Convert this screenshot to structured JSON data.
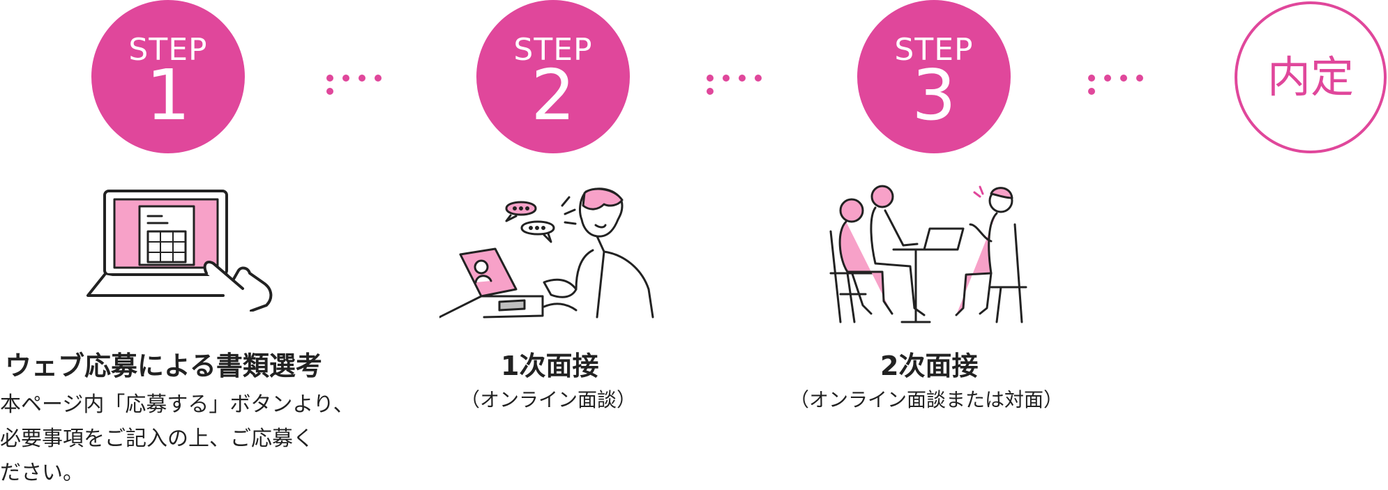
{
  "steps": [
    {
      "label": "STEP",
      "number": "1",
      "title": "ウェブ応募による書類選考",
      "subtitle": ""
    },
    {
      "label": "STEP",
      "number": "2",
      "title": "1次面接",
      "subtitle": "（オンライン面談）"
    },
    {
      "label": "STEP",
      "number": "3",
      "title": "2次面接",
      "subtitle": "（オンライン面談または対面）"
    }
  ],
  "final": {
    "label": "内定"
  },
  "step1_description": [
    "本ページ内「応募する」ボタンより、",
    "必要事項をご記入の上、ご応募く",
    "ださい。"
  ],
  "colors": {
    "accent": "#e0479b",
    "illustration_pink": "#f7a1c8",
    "line": "#222222"
  }
}
